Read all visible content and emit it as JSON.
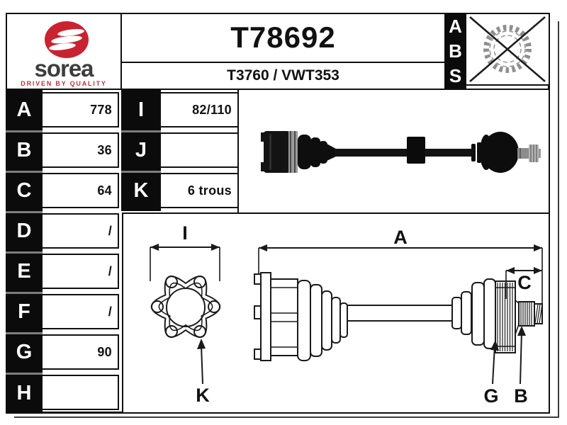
{
  "brand": {
    "wordmark": "sorea",
    "tagline": "DRIVEN BY QUALITY",
    "logo_red": "#c92231",
    "wordmark_color": "#3d3d3d"
  },
  "header": {
    "part_number": "T78692",
    "oe_reference": "T3760 / VWT353"
  },
  "abs_panel": {
    "letters": [
      "A",
      "B",
      "S"
    ],
    "icon": "crossed-abs-ring-icon"
  },
  "left_table": {
    "rows": [
      {
        "label": "A",
        "value": "778"
      },
      {
        "label": "B",
        "value": "36"
      },
      {
        "label": "C",
        "value": "64"
      },
      {
        "label": "D",
        "value": "/"
      },
      {
        "label": "E",
        "value": "/"
      },
      {
        "label": "F",
        "value": "/"
      },
      {
        "label": "G",
        "value": "90"
      },
      {
        "label": "H",
        "value": ""
      }
    ]
  },
  "right_table": {
    "rows": [
      {
        "label": "I",
        "value": "82/110"
      },
      {
        "label": "J",
        "value": ""
      },
      {
        "label": "K",
        "value": "6 trous"
      }
    ]
  },
  "diagram": {
    "flange_width_label": "I",
    "flange_hole_label": "K",
    "overall_length_label": "A",
    "stub_section_label": "C",
    "joint_arrow_label": "G",
    "spline_arrow_label": "B"
  }
}
